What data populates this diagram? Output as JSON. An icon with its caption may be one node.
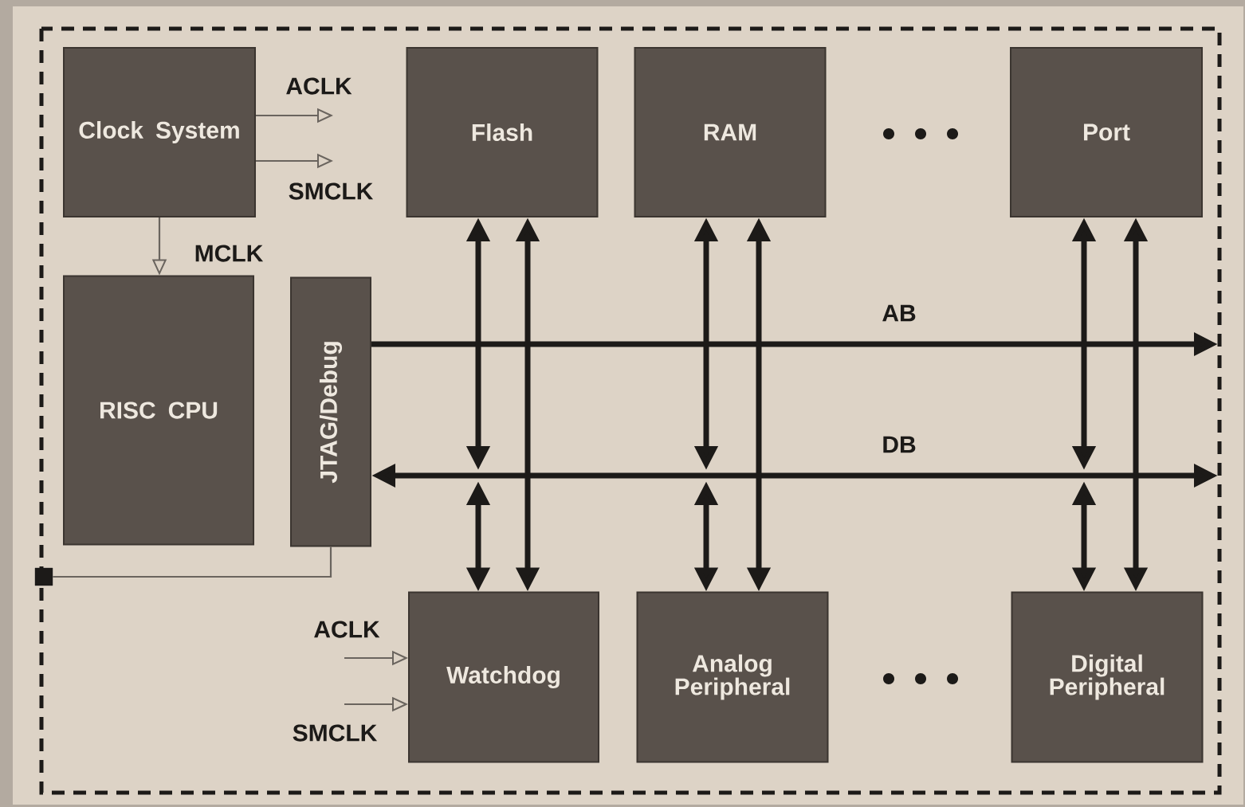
{
  "diagram": {
    "nodes": [
      {
        "text": [
          "Clock System"
        ]
      },
      {
        "text": [
          "Flash"
        ]
      },
      {
        "text": [
          "RAM"
        ]
      },
      {
        "text": [
          "Port"
        ]
      },
      {
        "text": [
          "RISC CPU"
        ]
      },
      {
        "text": [
          "JTAG/Debug"
        ]
      },
      {
        "text": [
          "Watchdog"
        ]
      },
      {
        "text": [
          "Analog Peripheral"
        ]
      },
      {
        "text": [
          "Digital Peripheral"
        ]
      },
      {
        "text": [],
        "shape": "box"
      }
    ],
    "edges": [
      {
        "from": 0,
        "to": null,
        "arrow": "to",
        "label": "ACLK",
        "color": "#6a645e"
      },
      {
        "from": 0,
        "to": null,
        "arrow": "to",
        "label": "SMCLK",
        "color": "#6a645e"
      },
      {
        "from": 0,
        "to": 4,
        "arrow": "to",
        "label": "MCLK",
        "color": "#6a645e"
      },
      {
        "from": 5,
        "to": null,
        "arrow": "to",
        "label": "AB"
      },
      {
        "from": 5,
        "to": null,
        "arrow": "both",
        "label": "DB"
      },
      {
        "from": 1,
        "to": null,
        "arrow": "both"
      },
      {
        "from": null,
        "to": 6,
        "arrow": "both"
      },
      {
        "from": 1,
        "to": 6,
        "arrow": "both"
      },
      {
        "from": 2,
        "to": null,
        "arrow": "both"
      },
      {
        "from": null,
        "to": 7,
        "arrow": "both"
      },
      {
        "from": 2,
        "to": 7,
        "arrow": "both"
      },
      {
        "from": 3,
        "to": null,
        "arrow": "both"
      },
      {
        "from": null,
        "to": 8,
        "arrow": "both"
      },
      {
        "from": 3,
        "to": 8,
        "arrow": "both"
      },
      {
        "from": null,
        "to": 6,
        "arrow": "to",
        "label": "ACLK",
        "color": "#6a645e"
      },
      {
        "from": null,
        "to": 6,
        "arrow": "to",
        "label": "SMCLK",
        "color": "#6a645e"
      },
      {
        "from": 5,
        "to": 9,
        "arrow": "none",
        "color": "#6a645e"
      }
    ]
  }
}
